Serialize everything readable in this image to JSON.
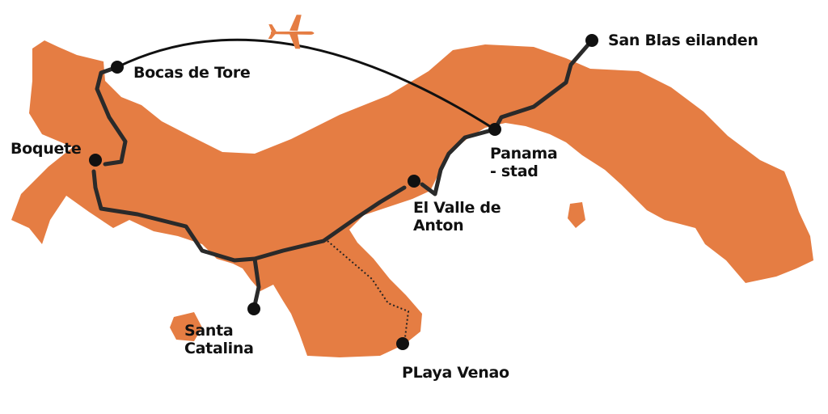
{
  "colors": {
    "land": "#E57D43",
    "route": "#222222",
    "water": "#FFFFFF"
  },
  "icons": [
    "airplane-icon"
  ],
  "places": {
    "bocas": "Bocas de Tore",
    "boquete": "Boquete",
    "santa_catalina": [
      "Santa",
      "Catalina"
    ],
    "playa_venao": "PLaya Venao",
    "el_valle": [
      "El Valle de",
      "Anton"
    ],
    "panama": [
      "Panama",
      "- stad"
    ],
    "san_blas": "San Blas eilanden"
  }
}
